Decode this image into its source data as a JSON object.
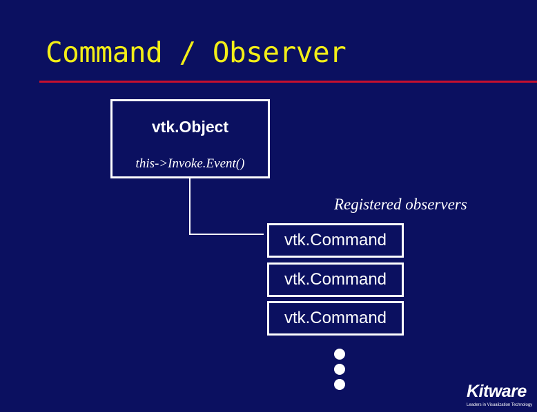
{
  "title": "Command / Observer",
  "subject": {
    "class_name": "vtk.Object",
    "method_call": "this->Invoke.Event()"
  },
  "observers": {
    "label": "Registered observers",
    "commands": [
      "vtk.Command",
      "vtk.Command",
      "vtk.Command"
    ],
    "more_indicator": "ellipsis-dots"
  },
  "logo": {
    "name": "Kitware",
    "tagline": "Leaders in Visualization Technology"
  },
  "colors": {
    "background": "#0b1060",
    "title": "#f3ee17",
    "rule": "#c8102e",
    "foreground": "#ffffff"
  }
}
